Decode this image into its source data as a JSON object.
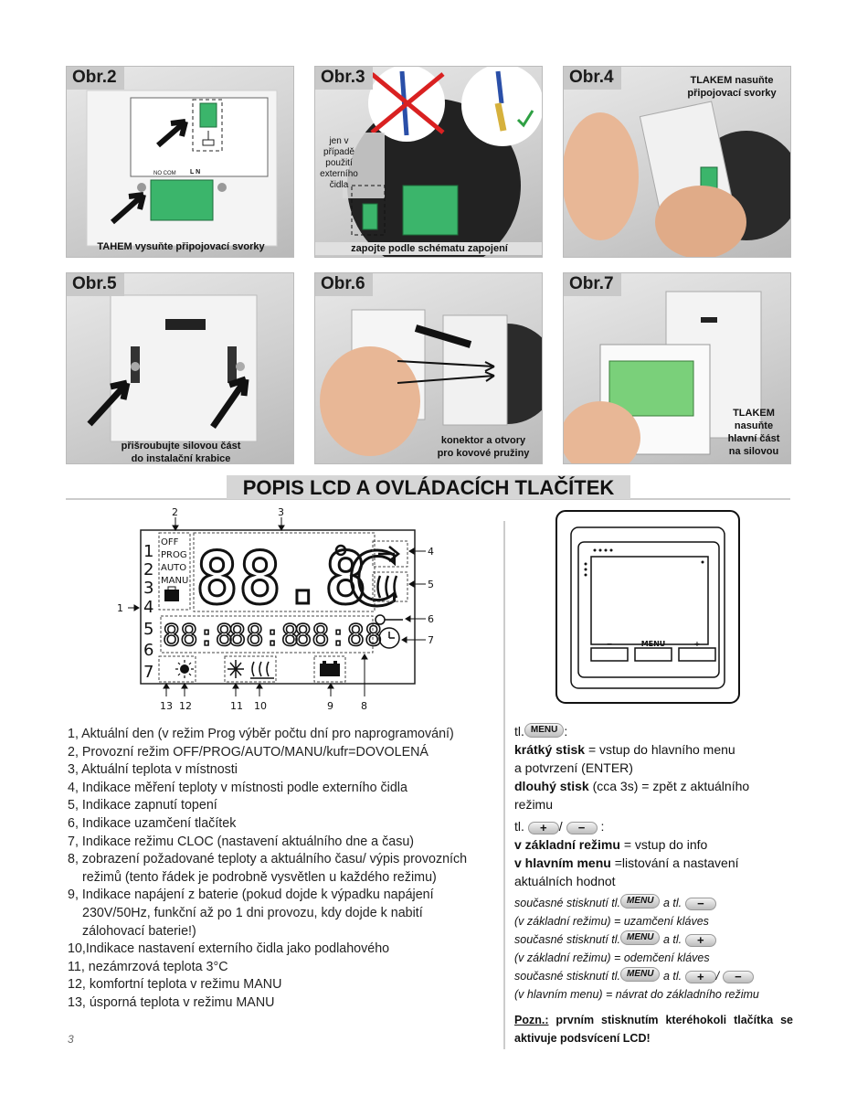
{
  "figures": [
    {
      "tag": "Obr.2",
      "caption": "TAHEM vysuňte připojovací svorky",
      "terminal_labels": [
        "NO COM",
        "L N"
      ]
    },
    {
      "tag": "Obr.3",
      "side_caption": [
        "jen v",
        "případě",
        "použití",
        "externího",
        "čidla"
      ],
      "caption": "zapojte podle schématu zapojení"
    },
    {
      "tag": "Obr.4",
      "caption": [
        "TLAKEM nasuňte",
        "připojovací svorky"
      ]
    },
    {
      "tag": "Obr.5",
      "caption": [
        "přišroubujte silovou část",
        "do instalační krabice"
      ]
    },
    {
      "tag": "Obr.6",
      "caption": [
        "konektor a otvory",
        "pro kovové pružiny"
      ]
    },
    {
      "tag": "Obr.7",
      "caption": [
        "TLAKEM",
        "nasuňte",
        "hlavní část",
        "na silovou"
      ]
    }
  ],
  "section_title": "POPIS LCD A OVLÁDACÍCH TLAČÍTEK",
  "lcd": {
    "day_digits": [
      "1",
      "2",
      "3",
      "4",
      "5",
      "6",
      "7"
    ],
    "modes": [
      "OFF",
      "PROG",
      "AUTO",
      "MANU"
    ],
    "big_temp": "88.8",
    "big_unit": "C",
    "segments": [
      "88:8",
      "88:8",
      "88:88"
    ],
    "callouts": [
      "1",
      "2",
      "3",
      "4",
      "5",
      "6",
      "7",
      "8",
      "9",
      "10",
      "11",
      "12",
      "13"
    ]
  },
  "device": {
    "buttons": [
      "−",
      "MENU",
      "+"
    ]
  },
  "legend": [
    "1, Aktuální den (v režim Prog výběr počtu dní pro naprogramování)",
    "2, Provozní režim OFF/PROG/AUTO/MANU/kufr=DOVOLENÁ",
    "3, Aktuální teplota v místnosti",
    "4, Indikace měření teploty v místnosti podle externího čidla",
    "5, Indikace zapnutí topení",
    "6, Indikace uzamčení tlačítek",
    "7, Indikace režimu CLOC (nastavení aktuálního dne a času)",
    "8, zobrazení požadované teploty a aktuálního času/ výpis provozních",
    "režimů (tento řádek je podrobně vysvětlen u každého režimu)",
    "9, Indikace napájení z baterie (pokud dojde k výpadku napájení",
    "230V/50Hz, funkční až po 1 dni provozu, kdy dojde k nabití",
    "zálohovací baterie!)",
    "10,Indikace nastavení externího čidla jako podlahového",
    "11, nezámrzová teplota 3°C",
    "12, komfortní teplota v režimu MANU",
    "13, úsporná teplota v režimu MANU"
  ],
  "right": {
    "tl": "tl.",
    "colon": ":",
    "menu": "MENU",
    "plus": "+",
    "minus": "−",
    "slash": "/",
    "short_press": "krátký stisk",
    "short_press_text": " = vstup do hlavního menu",
    "short_press_text2": "a potvrzení (ENTER)",
    "long_press": "dlouhý stisk",
    "long_press_text": " (cca 3s) = zpět z aktuálního",
    "long_press_text2": "režimu",
    "basic_mode": "v základní režimu",
    "basic_mode_text": " = vstup do info",
    "main_menu": "v hlavním menu",
    "main_menu_text": " =listování a nastavení",
    "main_menu_text2": "aktuálních hodnot",
    "simul": "současné stisknutí tl.",
    "and_tl": " a tl.",
    "lock_result": "(v základní režimu) = uzamčení kláves",
    "unlock_result": "(v základní režimu) = odemčení kláves",
    "back_result": "(v hlavním menu) = návrat do základního režimu",
    "note_label": "Pozn.:",
    "note_text": " prvním stisknutím kteréhokoli tlačítka se aktivuje podsvícení LCD!"
  },
  "page_number": "3"
}
